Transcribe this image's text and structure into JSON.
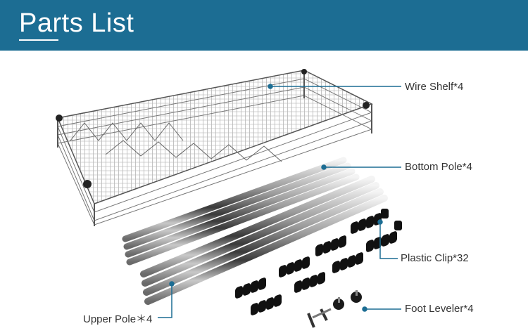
{
  "header": {
    "title": "Parts List",
    "background_color": "#1c6d93"
  },
  "parts": [
    {
      "id": "wire-shelf",
      "label": "Wire Shelf*4",
      "quantity": 4
    },
    {
      "id": "bottom-pole",
      "label": "Bottom Pole*4",
      "quantity": 4
    },
    {
      "id": "plastic-clip",
      "label": "Plastic Clip*32",
      "quantity": 32
    },
    {
      "id": "foot-leveler",
      "label": "Foot Leveler*4",
      "quantity": 4
    },
    {
      "id": "upper-pole",
      "label": "Upper Pole＊4",
      "quantity": 4
    }
  ],
  "leader_line_color": "#1c6d93"
}
